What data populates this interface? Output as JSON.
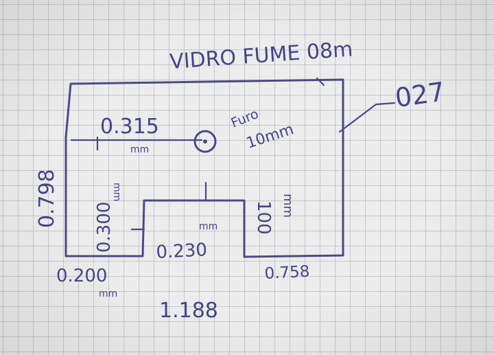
{
  "title": "VIDRO FUME 08m",
  "corner_note": "027",
  "hole_label": "Furo",
  "hole_size": "10mm",
  "dim_left_height": "0.798",
  "dim_hole_offset": "0.315",
  "dim_hole_offset_unit": "mm",
  "dim_notch_left_height": "0.300",
  "dim_notch_left_unit": "mm",
  "dim_notch_right_height": "100",
  "dim_notch_right_unit": "mm",
  "dim_notch_width": "0.230",
  "dim_notch_width_unit": "mm",
  "dim_bottom_left": "0.200",
  "dim_bottom_left_unit": "mm",
  "dim_bottom_right": "0.758",
  "dim_total_width": "1.188"
}
